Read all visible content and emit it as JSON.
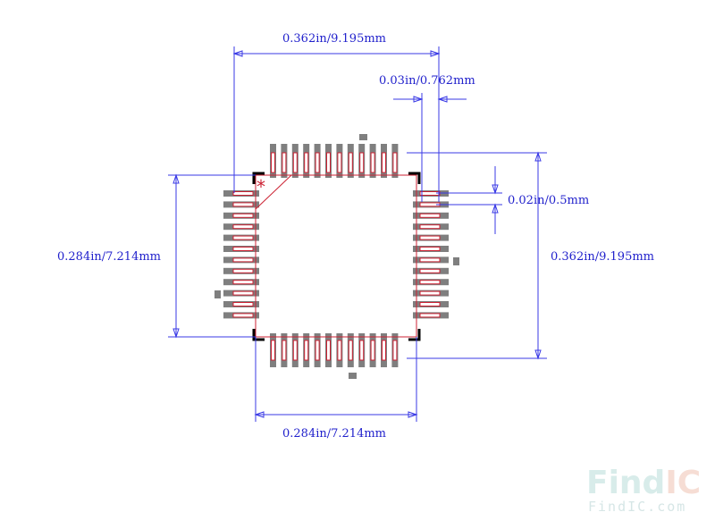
{
  "dimensions": {
    "top_width": "0.362in/9.195mm",
    "pin_length": "0.03in/0.762mm",
    "pitch": "0.02in/0.5mm",
    "left_height": "0.284in/7.214mm",
    "right_height": "0.362in/9.195mm",
    "bottom_width": "0.284in/7.214mm"
  },
  "package": {
    "pins_per_side": 12,
    "pin1_marker": "*"
  },
  "watermark": {
    "logo_find": "Find",
    "logo_ic": "IC",
    "url": "FindIC.com"
  },
  "colors": {
    "dimension": "#3a3ae6",
    "outline": "#cc2233",
    "pad": "#7f7f7f",
    "logo_find": "#d8ecea",
    "logo_ic": "#f6ddd4"
  }
}
